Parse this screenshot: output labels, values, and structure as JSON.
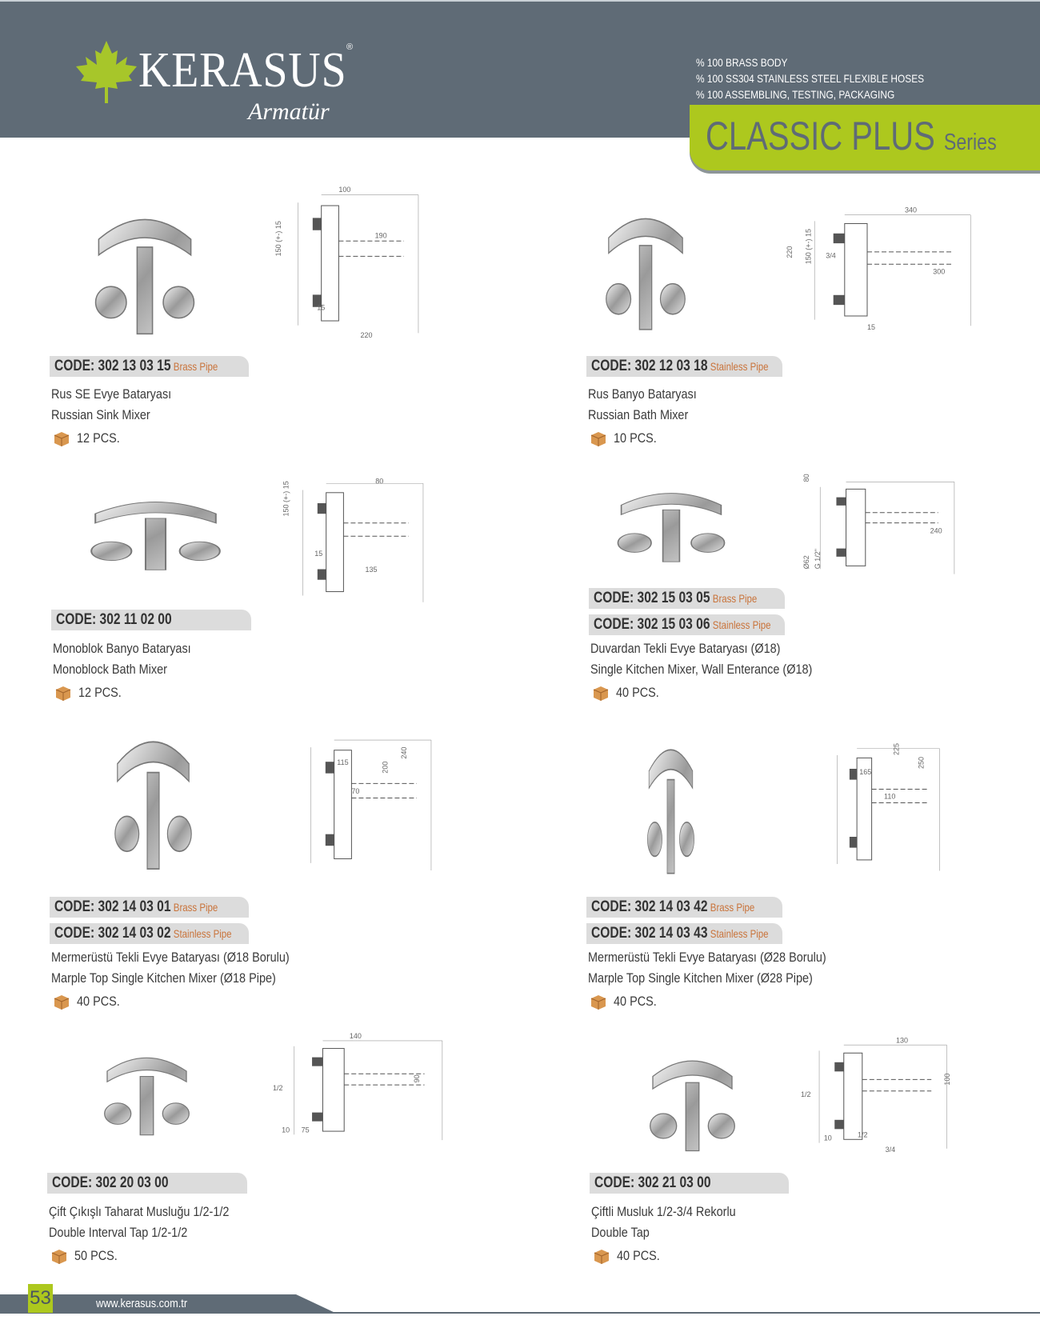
{
  "brand": {
    "name": "KERASUS",
    "sub": "Armatür",
    "reg": "®"
  },
  "features": [
    "% 100 BRASS BODY",
    "% 100 SS304 STAINLESS STEEL FLEXIBLE HOSES",
    "% 100 ASSEMBLING, TESTING, PACKAGING"
  ],
  "series": {
    "title": "CLASSIC PLUS",
    "suffix": "Series"
  },
  "colors": {
    "header": "#5f6b76",
    "accent": "#adc81e",
    "pipe_label": "#c9733a",
    "code_bg": "#dcdcdc"
  },
  "products": [
    {
      "codes": [
        {
          "code": "CODE: 302 13 03 15",
          "pipe": "Brass Pipe"
        }
      ],
      "name_tr": "Rus SE Evye Bataryası",
      "name_en": "Russian Sink Mixer",
      "pcs": "12 PCS.",
      "dims": [
        "100",
        "190",
        "150 (+-) 15",
        "15",
        "220"
      ]
    },
    {
      "codes": [
        {
          "code": "CODE: 302 12 03 18",
          "pipe": "Stainless Pipe"
        }
      ],
      "name_tr": "Rus Banyo Bataryası",
      "name_en": "Russian Bath Mixer",
      "pcs": "10 PCS.",
      "dims": [
        "340",
        "220",
        "150 (+-) 15",
        "3/4",
        "300",
        "15"
      ]
    },
    {
      "codes": [
        {
          "code": "CODE: 302 11 02 00",
          "pipe": ""
        }
      ],
      "name_tr": "Monoblok Banyo Bataryası",
      "name_en": "Monoblock Bath Mixer",
      "pcs": "12 PCS.",
      "dims": [
        "80",
        "150 (+-) 15",
        "15",
        "135"
      ]
    },
    {
      "codes": [
        {
          "code": "CODE: 302 15 03 05",
          "pipe": "Brass Pipe"
        },
        {
          "code": "CODE: 302 15 03 06",
          "pipe": "Stainless Pipe"
        }
      ],
      "name_tr": "Duvardan Tekli Evye Bataryası (Ø18)",
      "name_en": "Single Kitchen Mixer, Wall Enterance (Ø18)",
      "pcs": "40 PCS.",
      "dims": [
        "80",
        "Ø62",
        "G 1/2\"",
        "240"
      ]
    },
    {
      "codes": [
        {
          "code": "CODE: 302 14 03 01",
          "pipe": "Brass Pipe"
        },
        {
          "code": "CODE: 302 14 03 02",
          "pipe": "Stainless Pipe"
        }
      ],
      "name_tr": "Mermerüstü Tekli Evye Bataryası (Ø18 Borulu)",
      "name_en": "Marple Top Single Kitchen Mixer (Ø18 Pipe)",
      "pcs": "40 PCS.",
      "dims": [
        "115",
        "70",
        "200",
        "240"
      ]
    },
    {
      "codes": [
        {
          "code": "CODE: 302 14 03 42",
          "pipe": "Brass Pipe"
        },
        {
          "code": "CODE: 302 14 03 43",
          "pipe": "Stainless Pipe"
        }
      ],
      "name_tr": "Mermerüstü Tekli Evye Bataryası (Ø28 Borulu)",
      "name_en": "Marple Top Single Kitchen Mixer (Ø28 Pipe)",
      "pcs": "40 PCS.",
      "dims": [
        "165",
        "110",
        "225",
        "250"
      ]
    },
    {
      "codes": [
        {
          "code": "CODE: 302 20 03 00",
          "pipe": ""
        }
      ],
      "name_tr": "Çift Çıkışlı Taharat Musluğu 1/2-1/2",
      "name_en": "Double Interval Tap 1/2-1/2",
      "pcs": "50 PCS.",
      "dims": [
        "140",
        "1/2",
        "90",
        "10",
        "75"
      ]
    },
    {
      "codes": [
        {
          "code": "CODE: 302 21 03 00",
          "pipe": ""
        }
      ],
      "name_tr": "Çiftli Musluk 1/2-3/4 Rekorlu",
      "name_en": "Double Tap",
      "pcs": "40 PCS.",
      "dims": [
        "130",
        "1/2",
        "100",
        "10",
        "1/2",
        "3/4"
      ]
    }
  ],
  "footer": {
    "page": "53",
    "url": "www.kerasus.com.tr"
  }
}
